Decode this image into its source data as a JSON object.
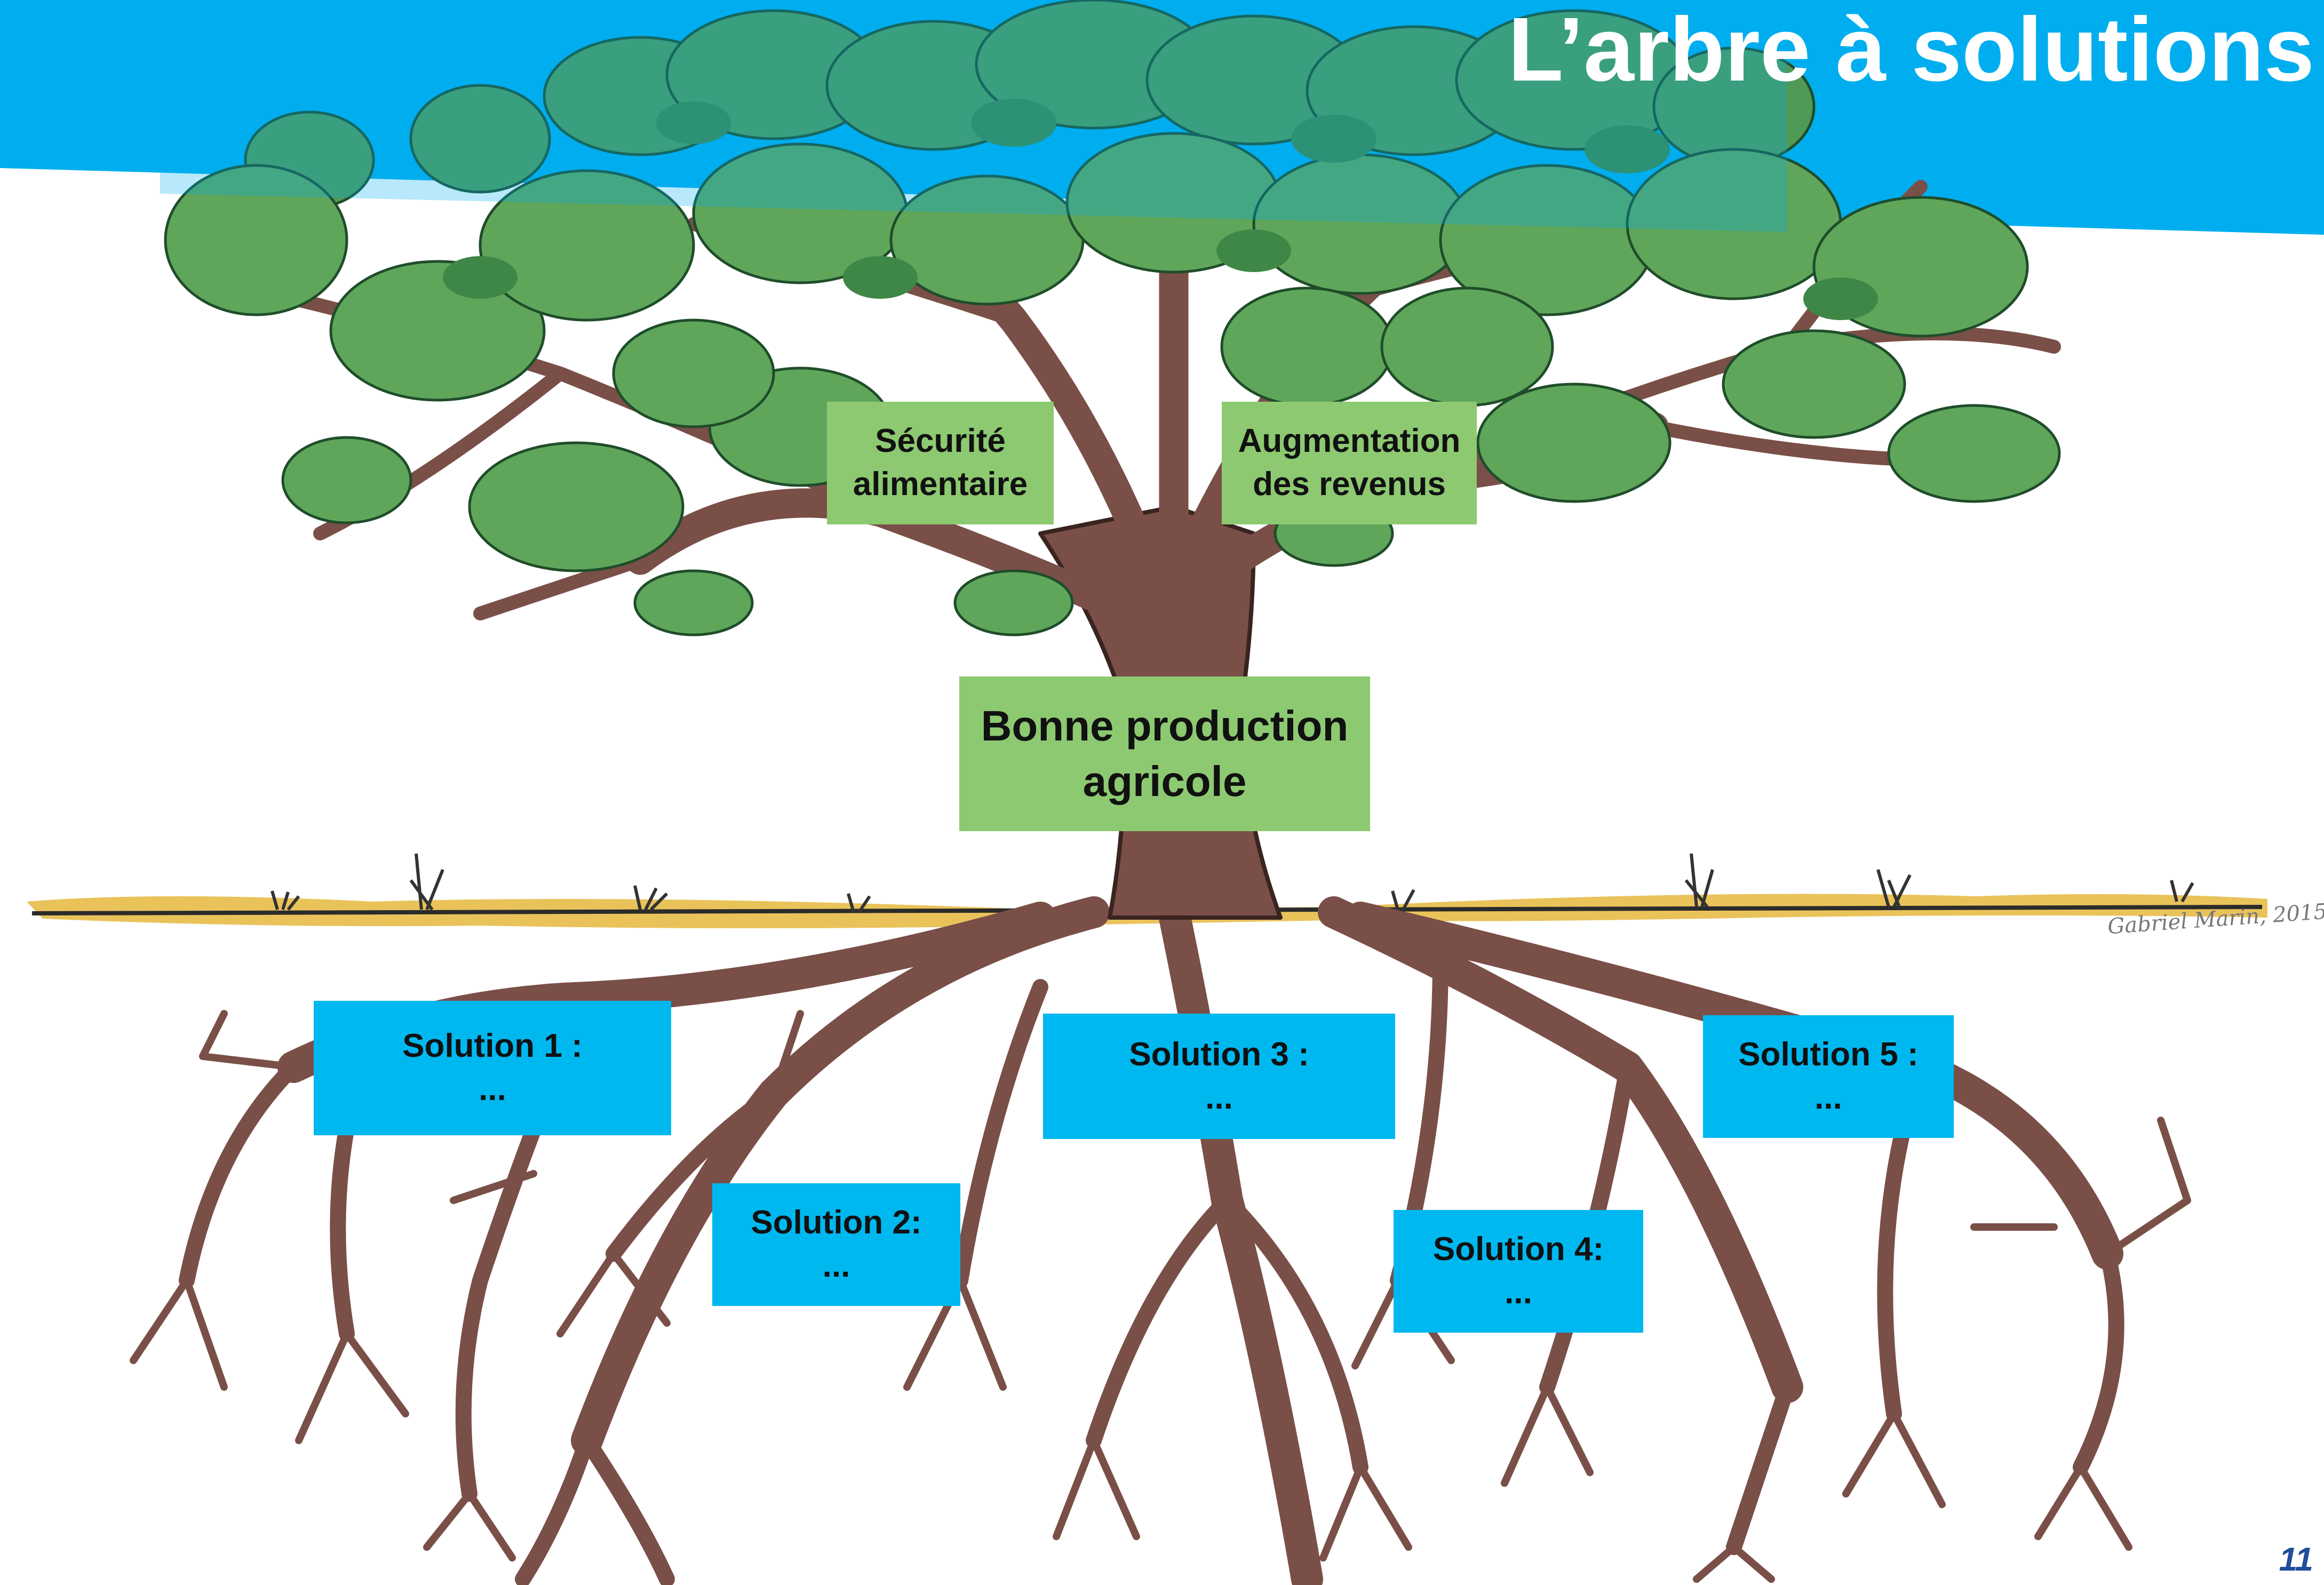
{
  "title": "L’arbre  à solutions",
  "colors": {
    "banner": "#00aeef",
    "leaf_box": "#8dc971",
    "root_box": "#00b8f0",
    "trunk": "#7a4f48",
    "foliage": "#4f9a54",
    "ground": "#e9c35a"
  },
  "fruits": [
    {
      "line1": "Sécurité",
      "line2": "alimentaire"
    },
    {
      "line1": "Augmentation",
      "line2": "des revenus"
    }
  ],
  "trunk_box": {
    "line1": "Bonne production",
    "line2": "agricole"
  },
  "solutions": [
    {
      "line1": "Solution 1 :",
      "line2": "..."
    },
    {
      "line1": "Solution 2:",
      "line2": "..."
    },
    {
      "line1": "Solution 3 :",
      "line2": "..."
    },
    {
      "line1": "Solution 4:",
      "line2": "..."
    },
    {
      "line1": "Solution 5 :",
      "line2": "..."
    }
  ],
  "signature": "Gabriel Marin, 2015",
  "page_number": "11"
}
